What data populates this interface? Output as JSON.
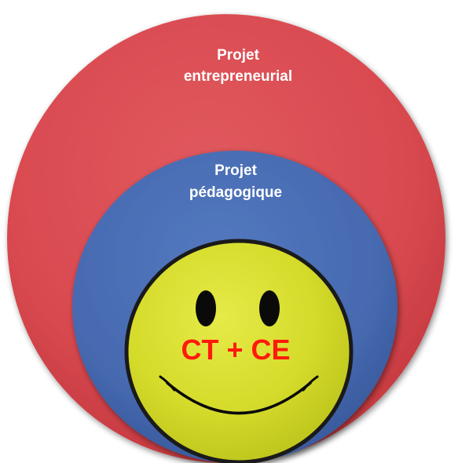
{
  "outer_circle": {
    "line1": "Projet",
    "line2": "entrepreneurial",
    "color": "#d94f55"
  },
  "middle_circle": {
    "line1": "Projet",
    "line2": "pédagogique",
    "color": "#4a6fb5"
  },
  "inner_circle": {
    "label": "CT + CE",
    "color": "#d6dc2c",
    "label_color": "#ff1a0a",
    "icon": "smiley-face"
  }
}
